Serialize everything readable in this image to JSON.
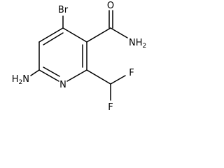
{
  "molecule": {
    "atoms": {
      "br": "Br",
      "carbonyl_oxygen": "O",
      "amide_nitrogen": "NH2",
      "ring_nitrogen": "N",
      "amine_nitrogen": "H2N",
      "fluorine_upper": "F",
      "fluorine_lower": "F"
    },
    "colors": {
      "ink": "#000000",
      "background": "#ffffff"
    }
  }
}
